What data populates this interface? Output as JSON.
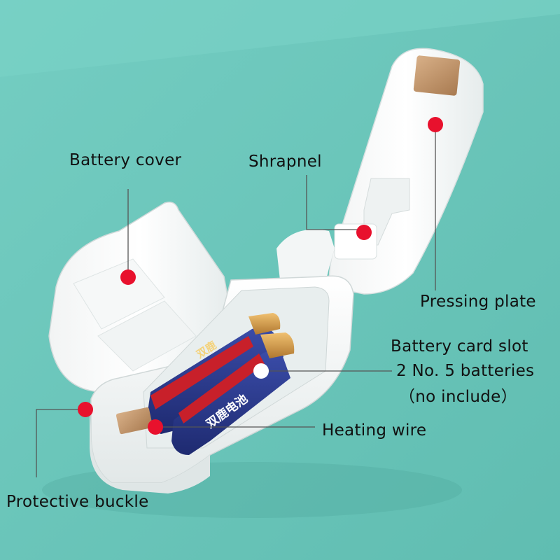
{
  "labels": {
    "battery_cover": "Battery cover",
    "shrapnel": "Shrapnel",
    "pressing_plate": "Pressing plate",
    "battery_card_slot": "Battery card slot",
    "batteries": "2 No. 5 batteries",
    "no_include": "（no include）",
    "heating_wire": "Heating wire",
    "protective_buckle": "Protective buckle"
  },
  "battery_print": {
    "front_brand": "双鹿电池",
    "back_brand": "双鹿"
  },
  "colors": {
    "background": "#6cc7bc",
    "background_shadow": "#5fb9ae",
    "device_white": "#ffffff",
    "marker_red": "#e8112d",
    "leader_line": "#555555",
    "pad_copper": "#c39a6e",
    "battery_blue": "#2a3a8f",
    "battery_red": "#c8202a",
    "battery_gold": "#d8a048"
  }
}
